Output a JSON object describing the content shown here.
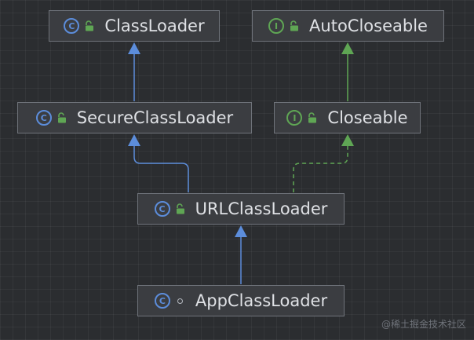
{
  "diagram": {
    "nodes": [
      {
        "id": "classloader",
        "label": "ClassLoader",
        "kind": "class",
        "kind_letter": "C",
        "access": "open-lock"
      },
      {
        "id": "autocloseable",
        "label": "AutoCloseable",
        "kind": "interface",
        "kind_letter": "I",
        "access": "open-lock"
      },
      {
        "id": "secureclassloader",
        "label": "SecureClassLoader",
        "kind": "class",
        "kind_letter": "C",
        "access": "open-lock"
      },
      {
        "id": "closeable",
        "label": "Closeable",
        "kind": "interface",
        "kind_letter": "I",
        "access": "open-lock"
      },
      {
        "id": "urlclassloader",
        "label": "URLClassLoader",
        "kind": "class",
        "kind_letter": "C",
        "access": "open-lock"
      },
      {
        "id": "appclassloader",
        "label": "AppClassLoader",
        "kind": "class",
        "kind_letter": "C",
        "access": "package-private"
      }
    ],
    "edges": [
      {
        "from": "secureclassloader",
        "to": "classloader",
        "type": "extends"
      },
      {
        "from": "closeable",
        "to": "autocloseable",
        "type": "extends"
      },
      {
        "from": "urlclassloader",
        "to": "secureclassloader",
        "type": "extends"
      },
      {
        "from": "urlclassloader",
        "to": "closeable",
        "type": "implements"
      },
      {
        "from": "appclassloader",
        "to": "urlclassloader",
        "type": "extends"
      }
    ],
    "colors": {
      "background": "#2b2d30",
      "node_fill": "#3b3d41",
      "node_border": "#6f737a",
      "text": "#dfe1e5",
      "class_icon": "#5c8ddb",
      "interface_icon": "#5fa654",
      "extends_edge": "#5c8ddb",
      "interface_edge": "#5fa654",
      "implements_edge": "#5fa654"
    }
  },
  "watermark": "@稀土掘金技术社区"
}
